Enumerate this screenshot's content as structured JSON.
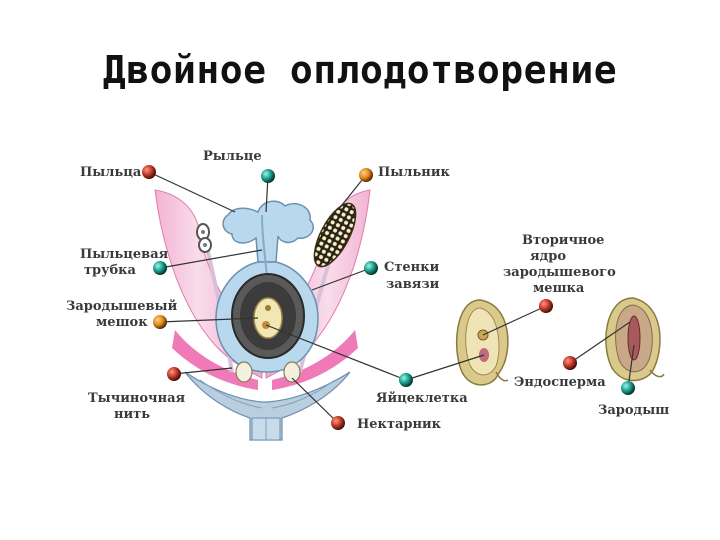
{
  "title": "Двойное оплодотворение",
  "labels": {
    "pyltsa": "Пыльца",
    "rylce": "Рыльце",
    "pylnik": "Пыльник",
    "trubka_1": "Пыльцевая",
    "trubka_2": "трубка",
    "stenki_1": "Стенки",
    "stenki_2": "завязи",
    "vtor_1": "Вторичное",
    "vtor_2": "ядро",
    "vtor_3": "зародышевого",
    "vtor_4": "мешка",
    "meshok_1": "Зародышевый",
    "meshok_2": "мешок",
    "nit_1": "Тычиночная",
    "nit_2": "нить",
    "yaytse": "Яйцеклетка",
    "endosperm": "Эндосперма",
    "nektarnik": "Нектарник",
    "zarodysh": "Зародыш"
  },
  "colors": {
    "pin_red": "#c0392b",
    "pin_teal": "#1a9e8c",
    "pin_orange": "#e08a1e",
    "petal_pink": "#f0a8cc",
    "petal_light": "#f8d4e6",
    "pistil_blue": "#b8d8ee",
    "pistil_outline": "#6d8fb0",
    "seed_tan": "#d9c98a"
  }
}
